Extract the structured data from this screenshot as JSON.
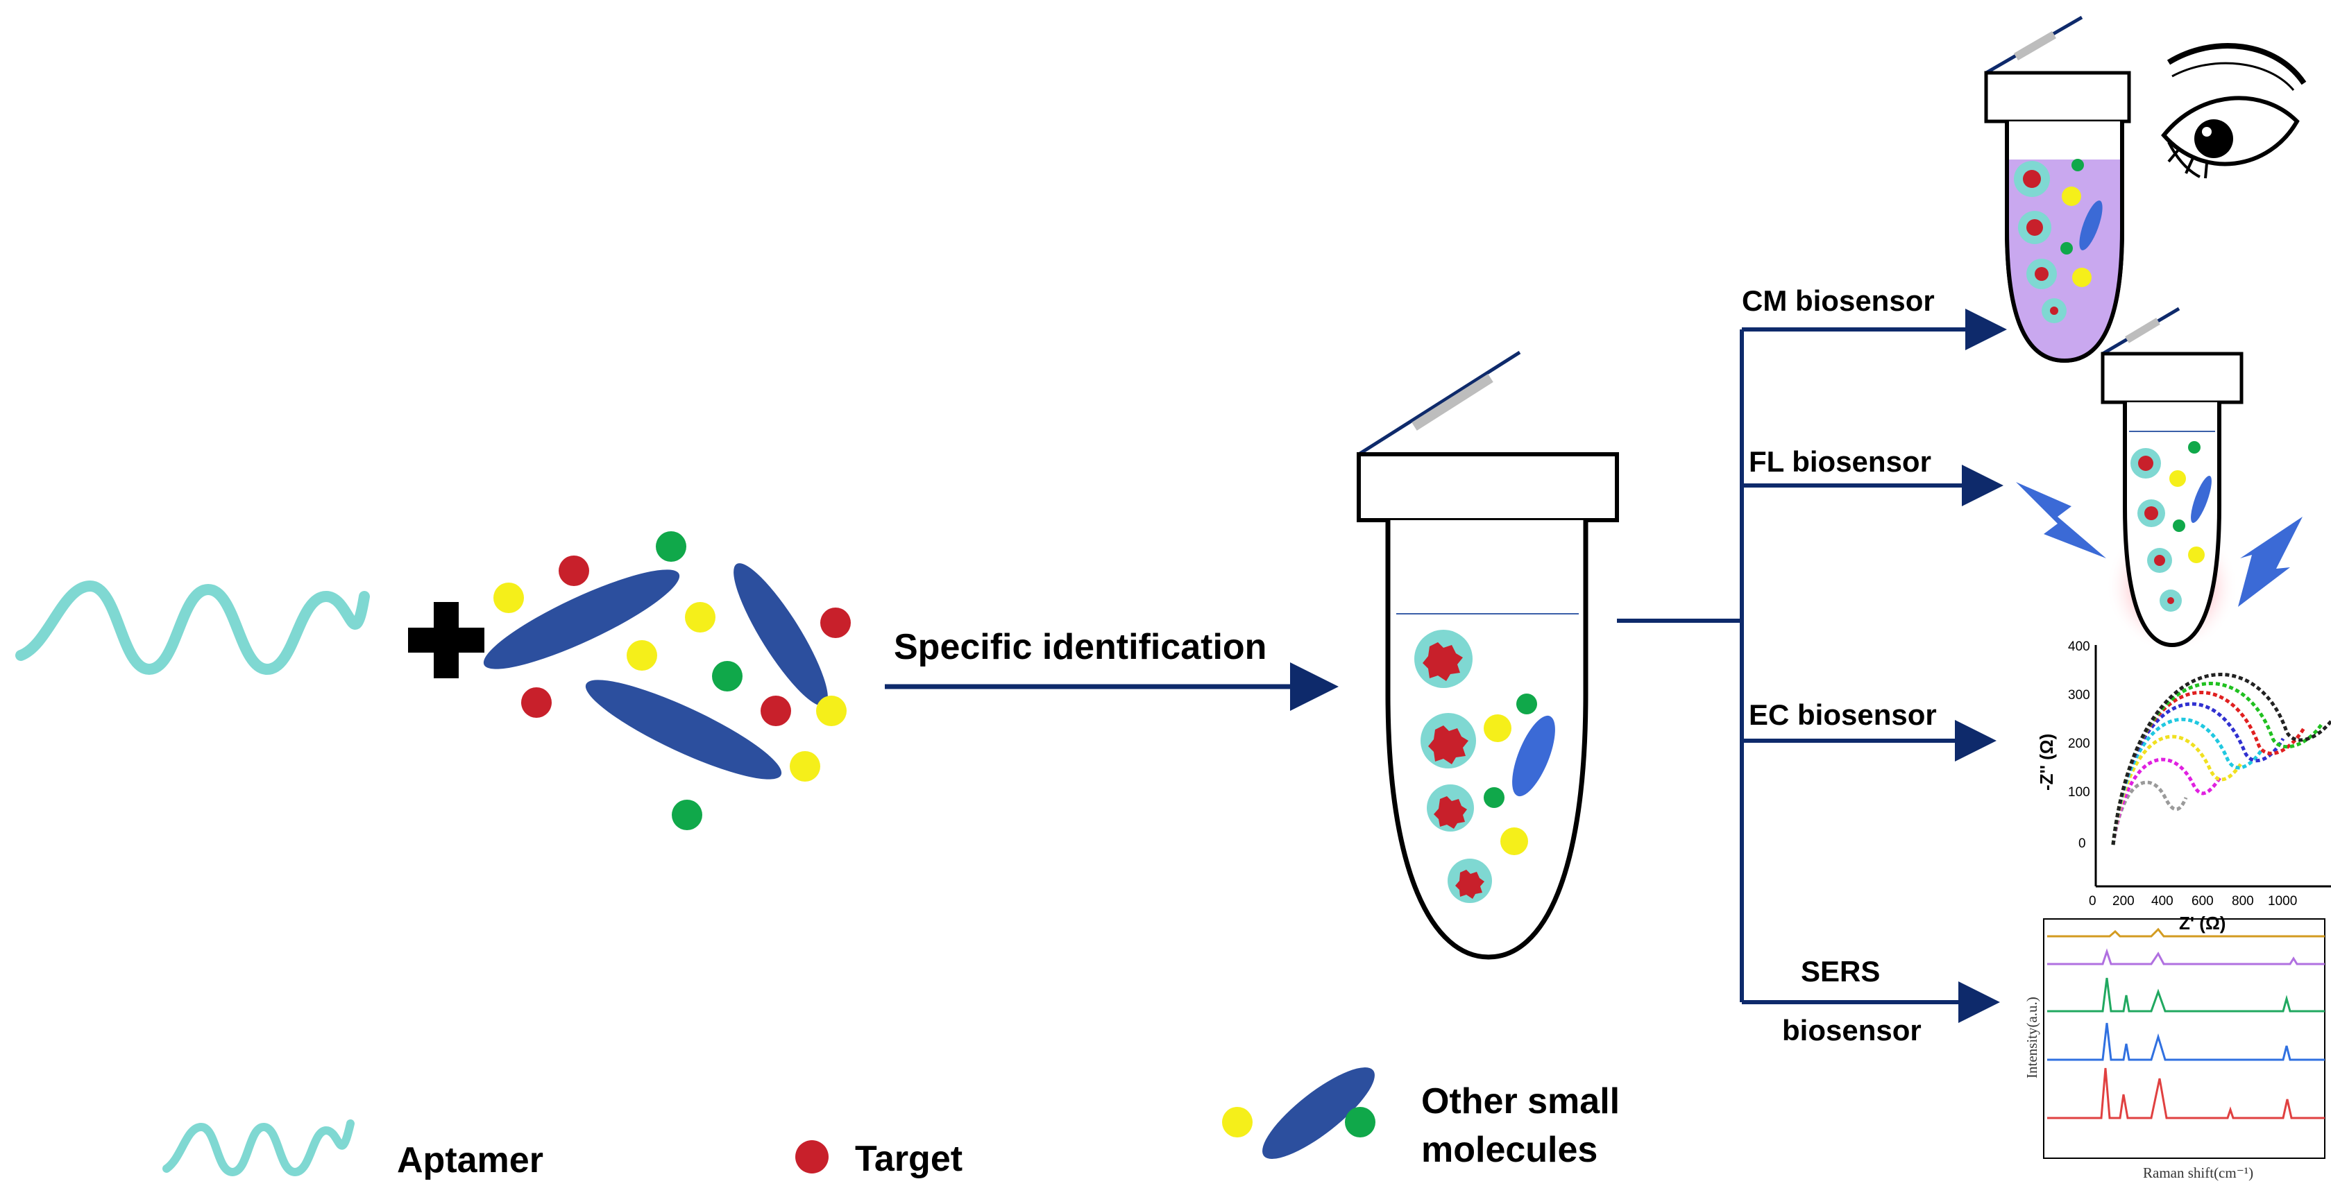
{
  "labels": {
    "specific_identification": "Specific identification",
    "cm": "CM biosensor",
    "fl": "FL biosensor",
    "ec": "EC biosensor",
    "sers_line1": "SERS",
    "sers_line2": "biosensor"
  },
  "legend": {
    "aptamer": "Aptamer",
    "target": "Target",
    "other_line1": "Other small",
    "other_line2": "molecules"
  },
  "colors": {
    "aptamer": "#7fd8d2",
    "target": "#c8202b",
    "yellow": "#f5ef1a",
    "green": "#10a84a",
    "ellipse": "#2c4f9e",
    "arrow": "#0e2a6b",
    "purple_liquid": "#c9a8ef",
    "glow": "#ff6b7a"
  },
  "ec_chart": {
    "x_ticks": [
      "0",
      "200",
      "400",
      "600",
      "800",
      "1000"
    ],
    "y_ticks": [
      "0",
      "100",
      "200",
      "300",
      "400"
    ],
    "x_title": "Z' (Ω)",
    "y_title": "-Z'' (Ω)"
  },
  "sers_chart": {
    "x_title": "Raman shift(cm⁻¹)",
    "y_title": "Intensity(a.u.)"
  }
}
